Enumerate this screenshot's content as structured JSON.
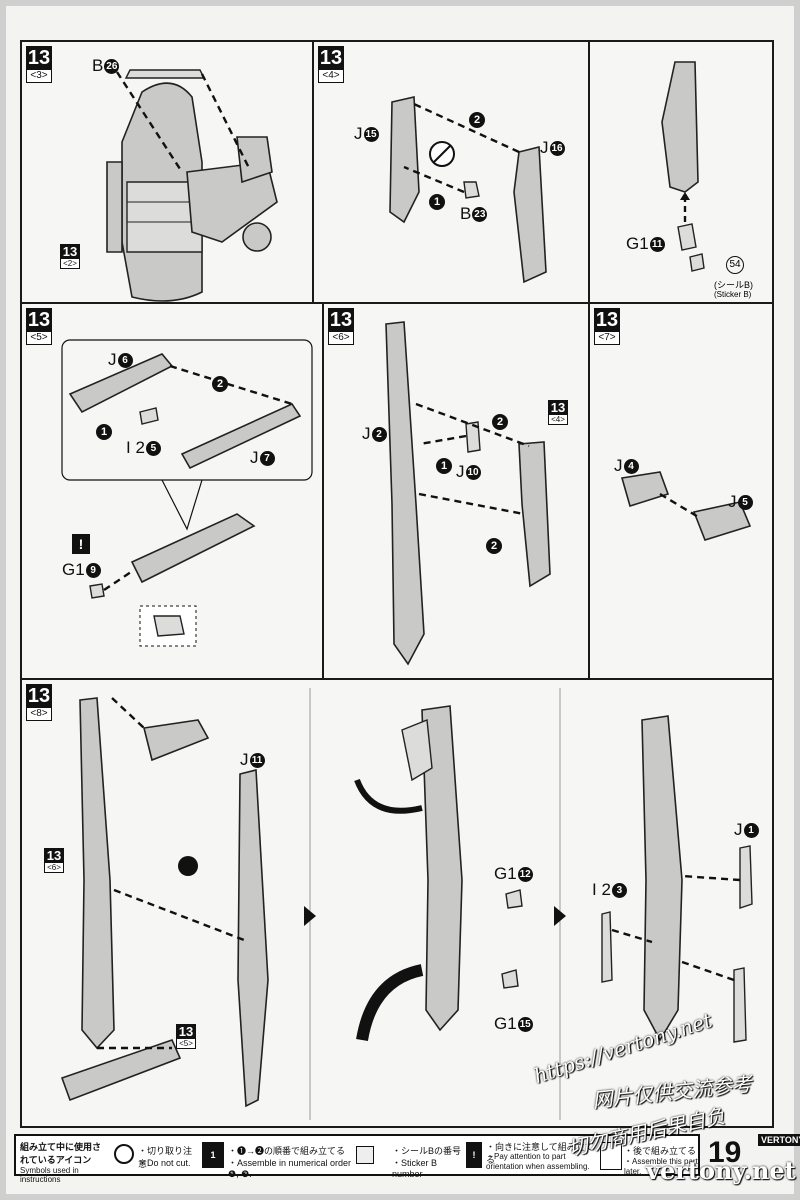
{
  "page": {
    "number": "19",
    "brand": "VERTONY"
  },
  "watermark": {
    "line1": "https://vertony.net",
    "line2": "网片仅供交流参考",
    "line3": "切勿商用后果自负",
    "site": "vertony.net"
  },
  "panels": {
    "p1": {
      "step": "13",
      "sub": "<3>",
      "labels": {
        "b26": "B",
        "b26c": "26"
      },
      "ref": {
        "step": "13",
        "sub": "<2>"
      }
    },
    "p2": {
      "step": "13",
      "sub": "<4>",
      "labels": {
        "j15": "J",
        "j15c": "15",
        "j16": "J",
        "j16c": "16",
        "b23": "B",
        "b23c": "23"
      },
      "steps": [
        "1",
        "2"
      ]
    },
    "p3": {
      "labels": {
        "g11": "G1",
        "g11c": "11"
      },
      "sticker_num": "54",
      "sticker_jp": "(シールB)",
      "sticker_en": "(Sticker B)"
    },
    "p4": {
      "step": "13",
      "sub": "<5>",
      "labels": {
        "j6": "J",
        "j6c": "6",
        "j7": "J",
        "j7c": "7",
        "i25": "I 2",
        "i25c": "5",
        "g19": "G1",
        "g19c": "9"
      },
      "steps": [
        "1",
        "2"
      ]
    },
    "p5": {
      "step": "13",
      "sub": "<6>",
      "labels": {
        "j2": "J",
        "j2c": "2",
        "j10": "J",
        "j10c": "10"
      },
      "steps": [
        "1",
        "2",
        "2"
      ],
      "ref": {
        "step": "13",
        "sub": "<4>"
      }
    },
    "p6": {
      "step": "13",
      "sub": "<7>",
      "labels": {
        "j4": "J",
        "j4c": "4",
        "j5": "J",
        "j5c": "5"
      }
    },
    "p7": {
      "step": "13",
      "sub": "<8>",
      "labels": {
        "j11": "J",
        "j11c": "11",
        "g112": "G1",
        "g112c": "12",
        "g115": "G1",
        "g115c": "15",
        "j1": "J",
        "j1c": "1",
        "i23": "I 2",
        "i23c": "3"
      },
      "ref6": {
        "step": "13",
        "sub": "<6>"
      },
      "ref5": {
        "step": "13",
        "sub": "<5>"
      }
    }
  },
  "legend": {
    "title_jp": "組み立て中に使用されているアイコン",
    "title_en": "Symbols used in instructions",
    "items": [
      {
        "jp": "・切り取り注意",
        "en": "・Do not cut."
      },
      {
        "jp": "・❶→❷の順番で組み立てる",
        "en": "・Assemble in numerical order ❶, ❷."
      },
      {
        "jp": "・シールBの番号",
        "en": "・Sticker B number"
      },
      {
        "jp": "・向きに注意して組み立てる",
        "en": "・Pay attention to part orientation when assembling."
      },
      {
        "jp": "・後で組み立てる",
        "en": "・Assemble this part later."
      }
    ]
  }
}
